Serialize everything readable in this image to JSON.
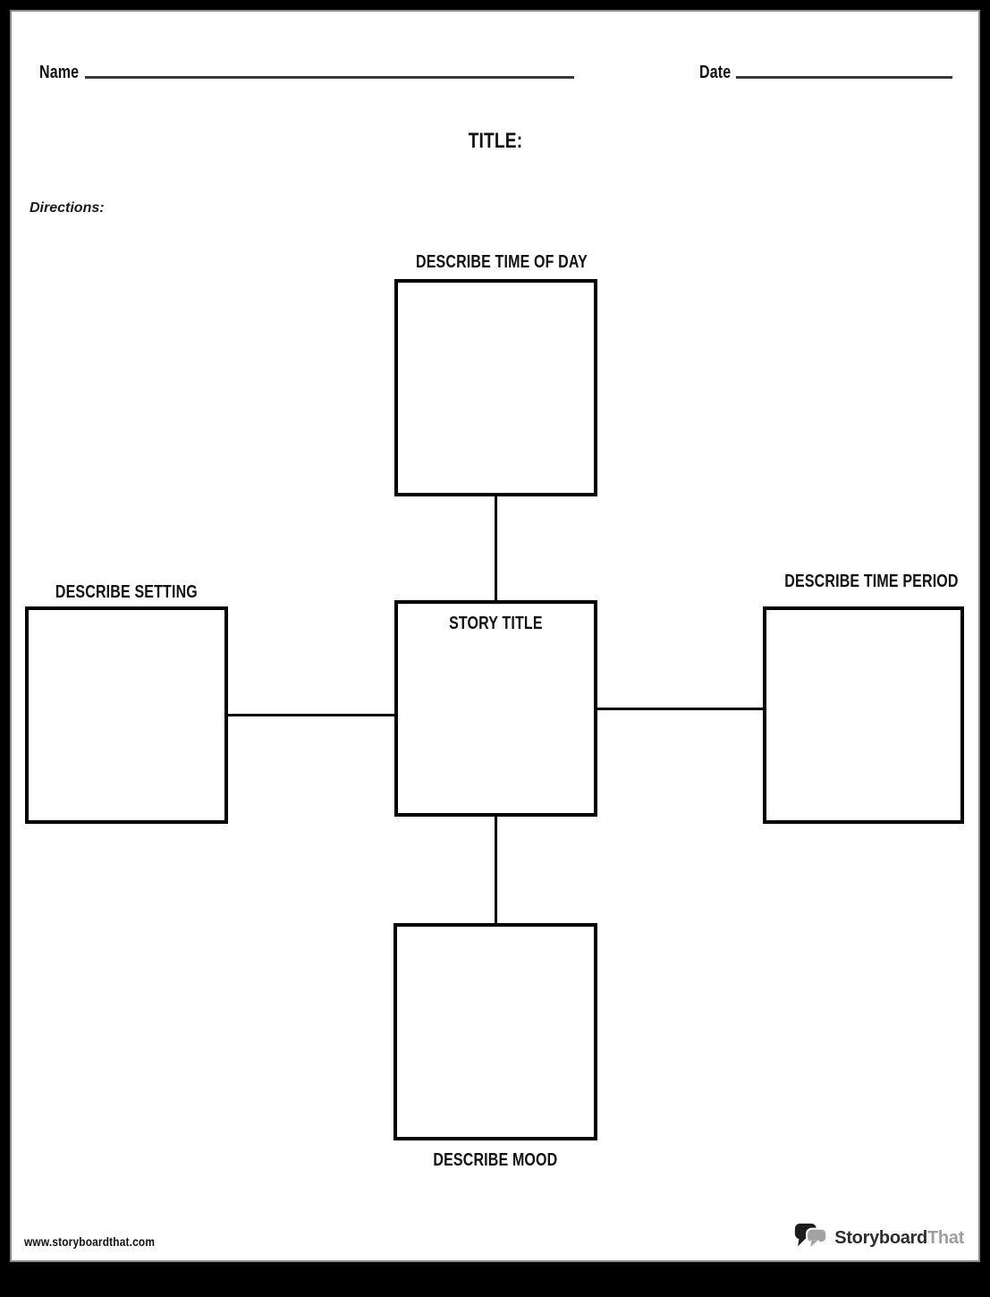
{
  "header": {
    "name_label": "Name",
    "date_label": "Date",
    "title_label": "TITLE:",
    "directions_label": "Directions:"
  },
  "diagram": {
    "center": {
      "label": "STORY TITLE"
    },
    "top": {
      "label": "DESCRIBE TIME OF DAY"
    },
    "left": {
      "label": "DESCRIBE SETTING"
    },
    "right": {
      "label": "DESCRIBE TIME PERIOD"
    },
    "bottom": {
      "label": "DESCRIBE MOOD"
    }
  },
  "footer": {
    "url": "www.storyboardthat.com",
    "logo": {
      "primary": "Storyboard",
      "secondary": "That"
    }
  },
  "icons": {
    "logo": "speech-bubbles-icon"
  },
  "colors": {
    "ink": "#111111",
    "page": "#ffffff",
    "frame": "#000000",
    "page_edge": "#8a8a8a",
    "underline": "#3a3a3a",
    "box_border": "#000000",
    "logo_primary": "#2d2d2d",
    "logo_secondary": "#9e9e9e"
  }
}
